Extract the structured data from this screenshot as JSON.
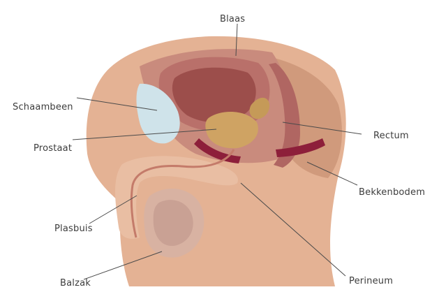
{
  "labels": {
    "bladder": "Blaas",
    "pubic_bone": "Schaambeen",
    "prostate": "Prostaat",
    "urethra": "Plasbuis",
    "scrotum": "Balzak",
    "rectum": "Rectum",
    "pelvic_floor": "Bekkenbodem",
    "perineum": "Perineum"
  },
  "colors": {
    "skin": "#e4b294",
    "skin_dark": "#d09a7c",
    "tissue": "#c98b7d",
    "bladder_wall": "#b9706a",
    "bladder_inner": "#9c4e4b",
    "pubic_bone": "#cfe3ea",
    "prostate": "#cfa363",
    "pelvic_floor_muscle": "#8d1f3a",
    "scrotum": "#d8b2a2",
    "leader_line": "#4a4a4a"
  }
}
